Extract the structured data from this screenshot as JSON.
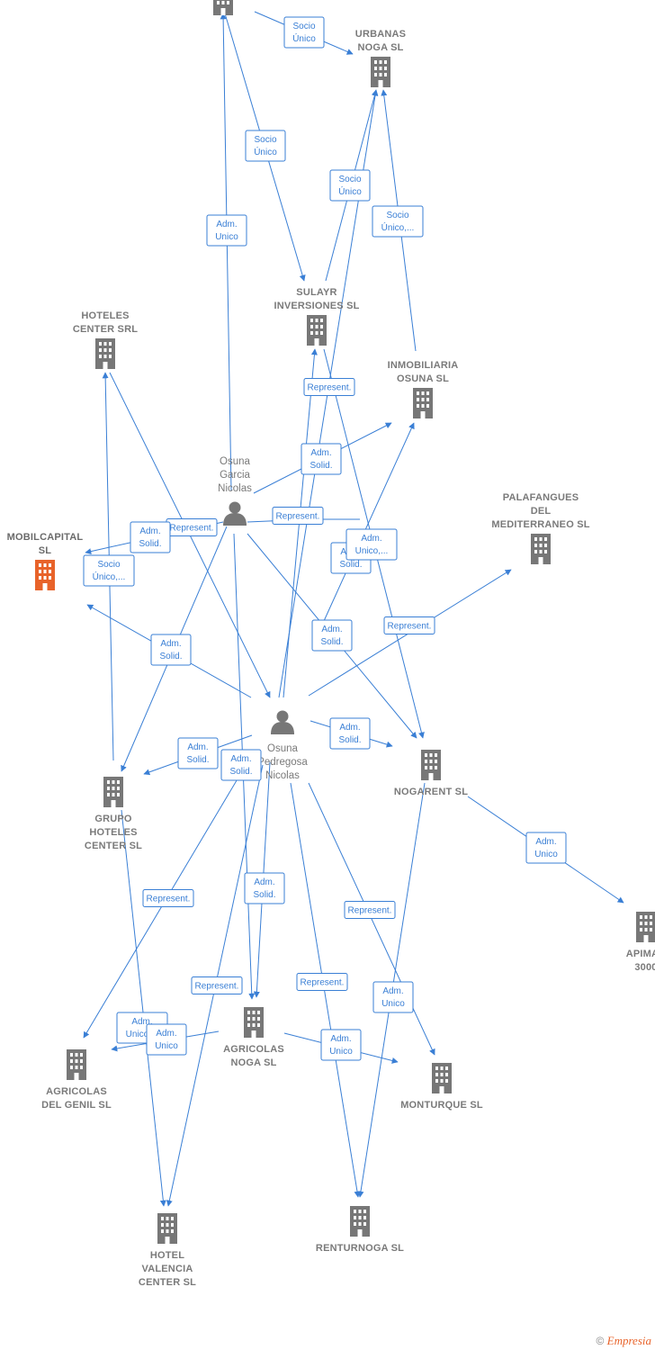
{
  "colors": {
    "edge": "#3a7fd5",
    "building": "#777777",
    "highlight": "#e8632a",
    "person": "#777777"
  },
  "nodes": [
    {
      "id": "top",
      "kind": "building",
      "lines": []
    },
    {
      "id": "urbanas",
      "kind": "building",
      "lines": [
        "URBANAS",
        "NOGA SL"
      ]
    },
    {
      "id": "sulayr",
      "kind": "building",
      "lines": [
        "SULAYR",
        "INVERSIONES SL"
      ]
    },
    {
      "id": "hoteles",
      "kind": "building",
      "lines": [
        "HOTELES",
        "CENTER SRL"
      ]
    },
    {
      "id": "inmob",
      "kind": "building",
      "lines": [
        "INMOBILIARIA",
        "OSUNA  SL"
      ]
    },
    {
      "id": "palaf",
      "kind": "building",
      "lines": [
        "PALAFANGUES",
        "DEL",
        "MEDITERRANEO SL"
      ]
    },
    {
      "id": "mobil",
      "kind": "building",
      "highlight": true,
      "lines": [
        "MOBILCAPITAL",
        "SL"
      ]
    },
    {
      "id": "garcia",
      "kind": "person",
      "lines": [
        "Osuna",
        "Garcia",
        "Nicolas"
      ]
    },
    {
      "id": "pedre",
      "kind": "person",
      "lines": [
        "Osuna",
        "Pedregosa",
        "Nicolas"
      ]
    },
    {
      "id": "nogarent",
      "kind": "building",
      "lines": [
        "NOGARENT SL"
      ]
    },
    {
      "id": "grupo",
      "kind": "building",
      "lines": [
        "GRUPO",
        "HOTELES",
        "CENTER  SL"
      ]
    },
    {
      "id": "apimar",
      "kind": "building",
      "lines": [
        "APIMAR",
        "3000"
      ]
    },
    {
      "id": "agrinoga",
      "kind": "building",
      "lines": [
        "AGRICOLAS",
        "NOGA SL"
      ]
    },
    {
      "id": "agrigenil",
      "kind": "building",
      "lines": [
        "AGRICOLAS",
        "DEL GENIL SL"
      ]
    },
    {
      "id": "monturque",
      "kind": "building",
      "lines": [
        "MONTURQUE SL"
      ]
    },
    {
      "id": "renturnoga",
      "kind": "building",
      "lines": [
        "RENTURNOGA SL"
      ]
    },
    {
      "id": "hotelval",
      "kind": "building",
      "lines": [
        "HOTEL",
        "VALENCIA",
        "CENTER SL"
      ]
    }
  ],
  "edge_labels": [
    [
      "Socio",
      "Único"
    ],
    [
      "Socio",
      "Único"
    ],
    [
      "Adm.",
      "Unico"
    ],
    [
      "Socio",
      "Único"
    ],
    [
      "Socio",
      "Único,..."
    ],
    [
      "Represent."
    ],
    [
      "Adm.",
      "Solid."
    ],
    [
      "Represent."
    ],
    [
      "Represent."
    ],
    [
      "Adm.",
      "Solid."
    ],
    [
      "Socio",
      "Único,..."
    ],
    [
      "Adm.",
      "Solid."
    ],
    [
      "Adm.",
      "Unico,..."
    ],
    [
      "Adm.",
      "Solid."
    ],
    [
      "Represent."
    ],
    [
      "Adm.",
      "Solid."
    ],
    [
      "Adm.",
      "Solid."
    ],
    [
      "Adm.",
      "Solid."
    ],
    [
      "Adm.",
      "Solid."
    ],
    [
      "Adm.",
      "Unico"
    ],
    [
      "Represent."
    ],
    [
      "Adm.",
      "Solid."
    ],
    [
      "Represent."
    ],
    [
      "Represent."
    ],
    [
      "Represent."
    ],
    [
      "Adm.",
      "Unico"
    ],
    [
      "Adm.",
      "Unico,..."
    ],
    [
      "Adm.",
      "Unico"
    ],
    [
      "Adm.",
      "Unico"
    ]
  ],
  "footer": {
    "copyright": "©",
    "brand": "Empresia"
  }
}
